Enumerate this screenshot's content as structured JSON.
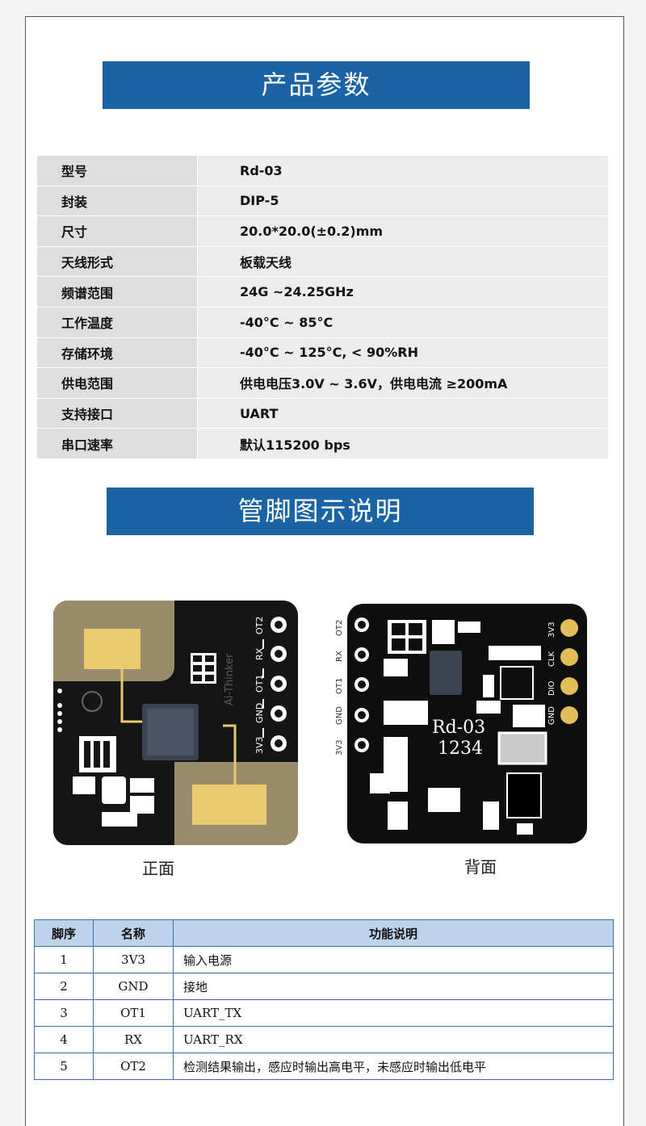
{
  "sections": {
    "params_title": "产品参数",
    "pin_title": "管脚图示说明"
  },
  "spec_rows": [
    {
      "k": "型号",
      "v": "Rd-03"
    },
    {
      "k": "封装",
      "v": "DIP-5"
    },
    {
      "k": "尺寸",
      "v": "20.0*20.0(±0.2)mm"
    },
    {
      "k": "天线形式",
      "v": "板载天线"
    },
    {
      "k": "频谱范围",
      "v": "24G ~24.25GHz"
    },
    {
      "k": "工作温度",
      "v": "-40°C ~ 85°C"
    },
    {
      "k": "存储环境",
      "v": "-40°C ~ 125°C, < 90%RH"
    },
    {
      "k": "供电范围",
      "v": "供电电压3.0V ~ 3.6V，供电电流 ≥200mA"
    },
    {
      "k": "支持接口",
      "v": "UART"
    },
    {
      "k": "串口速率",
      "v": "默认115200 bps"
    }
  ],
  "boards": {
    "front": {
      "caption": "正面",
      "brand": "Ai-Thinker",
      "pins": [
        "OT2",
        "RX",
        "OT1",
        "GND",
        "3V3"
      ]
    },
    "back": {
      "caption": "背面",
      "model": "Rd-03",
      "number": "1234",
      "left_pins": [
        "OT2",
        "RX",
        "OT1",
        "GND",
        "3V3"
      ],
      "right_pins": [
        "3V3",
        "CLK",
        "DIO",
        "GND"
      ]
    }
  },
  "pin_table": {
    "headers": [
      "脚序",
      "名称",
      "功能说明"
    ],
    "rows": [
      {
        "n": "1",
        "name": "3V3",
        "desc": "输入电源"
      },
      {
        "n": "2",
        "name": "GND",
        "desc": "接地"
      },
      {
        "n": "3",
        "name": "OT1",
        "desc": "UART_TX"
      },
      {
        "n": "4",
        "name": "RX",
        "desc": "UART_RX"
      },
      {
        "n": "5",
        "name": "OT2",
        "desc": "检测结果输出，感应时输出高电平，未感应时输出低电平"
      }
    ]
  },
  "colors": {
    "banner": "#1a63a4",
    "pcb": "#151515",
    "copper": "#9a8b6a",
    "gold": "#e7c46a"
  }
}
